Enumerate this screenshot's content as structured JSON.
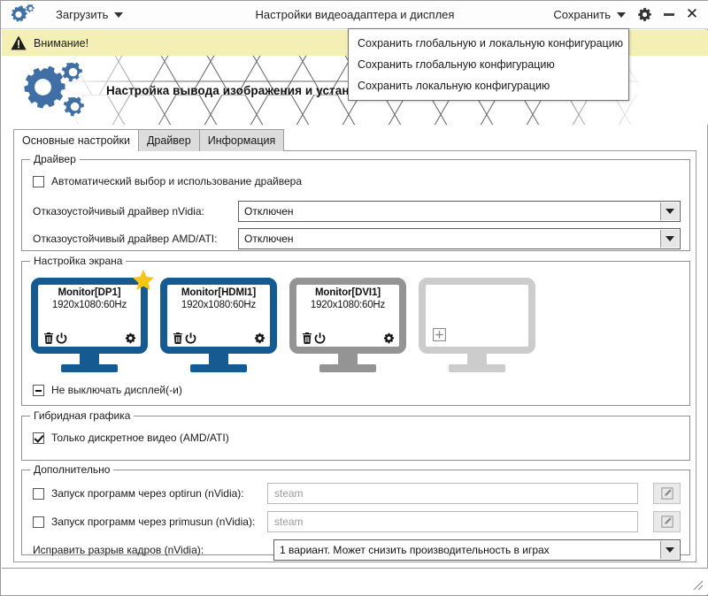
{
  "window": {
    "title": "Настройки видеоадаптера и дисплея",
    "logo_icon": "gears-icon",
    "minimize_icon": "minimize-icon",
    "close_icon": "close-icon",
    "settings_icon": "gear-icon"
  },
  "titlebar": {
    "load_label": "Загрузить",
    "load_caret_icon": "chevron-down-icon",
    "save_label": "Сохранить",
    "save_caret_icon": "chevron-down-icon"
  },
  "warning": {
    "icon": "warning-triangle-icon",
    "text": "Внимание!",
    "background": "#f4efb5"
  },
  "banner": {
    "icon": "gears-icon",
    "title": "Настройка вывода изображения и установка драйвера видеокарты"
  },
  "save_menu": {
    "items": [
      {
        "label": "Сохранить глобальную и локальную конфигурацию"
      },
      {
        "label": "Сохранить глобальную конфигурацию"
      },
      {
        "label": "Сохранить локальную конфигурацию"
      }
    ]
  },
  "tabs": [
    {
      "label": "Основные настройки",
      "active": true
    },
    {
      "label": "Драйвер",
      "active": false
    },
    {
      "label": "Информация",
      "active": false
    }
  ],
  "driver_group": {
    "title": "Драйвер",
    "auto_checkbox": {
      "label": "Автоматический выбор и использование драйвера",
      "state": "unchecked"
    },
    "nvidia": {
      "label": "Отказоустойчивый драйвер nVidia:",
      "value": "Отключен"
    },
    "amd": {
      "label": "Отказоустойчивый драйвер AMD/ATI:",
      "value": "Отключен"
    }
  },
  "screen_group": {
    "title": "Настройка экрана",
    "monitors": [
      {
        "name": "Monitor[DP1]",
        "resolution": "1920x1080:60Hz",
        "color": "#155a90",
        "primary": true,
        "star_icon": "star-icon",
        "delete_icon": "trash-icon",
        "power_icon": "power-icon",
        "settings_icon": "gear-icon"
      },
      {
        "name": "Monitor[HDMI1]",
        "resolution": "1920x1080:60Hz",
        "color": "#155a90",
        "primary": false,
        "delete_icon": "trash-icon",
        "power_icon": "power-icon",
        "settings_icon": "gear-icon"
      },
      {
        "name": "Monitor[DVI1]",
        "resolution": "1920x1080:60Hz",
        "color": "#949494",
        "primary": false,
        "delete_icon": "trash-icon",
        "power_icon": "power-icon",
        "settings_icon": "gear-icon"
      }
    ],
    "add_monitor": {
      "color": "#cccccc",
      "icon": "plus-box-icon"
    },
    "keep_display_checkbox": {
      "label": "Не выключать дисплей(-и)",
      "state": "indeterminate"
    }
  },
  "hybrid_group": {
    "title": "Гибридная графика",
    "discrete_checkbox": {
      "label": "Только дискретное видео (AMD/ATI)",
      "state": "checked"
    }
  },
  "extra_group": {
    "title": "Дополнительно",
    "optirun": {
      "label": "Запуск программ через optirun (nVidia):",
      "state": "unchecked",
      "placeholder": "steam",
      "value": "",
      "edit_icon": "pencil-icon"
    },
    "primusrun": {
      "label": "Запуск программ через primusun (nVidia):",
      "state": "unchecked",
      "placeholder": "steam",
      "value": "",
      "edit_icon": "pencil-icon"
    },
    "tearfix": {
      "label": "Исправить разрыв кадров (nVidia):",
      "value": "1 вариант. Может снизить производительность в играх"
    }
  },
  "statusbar": {
    "text": "",
    "grip_icon": "resize-grip-icon"
  }
}
